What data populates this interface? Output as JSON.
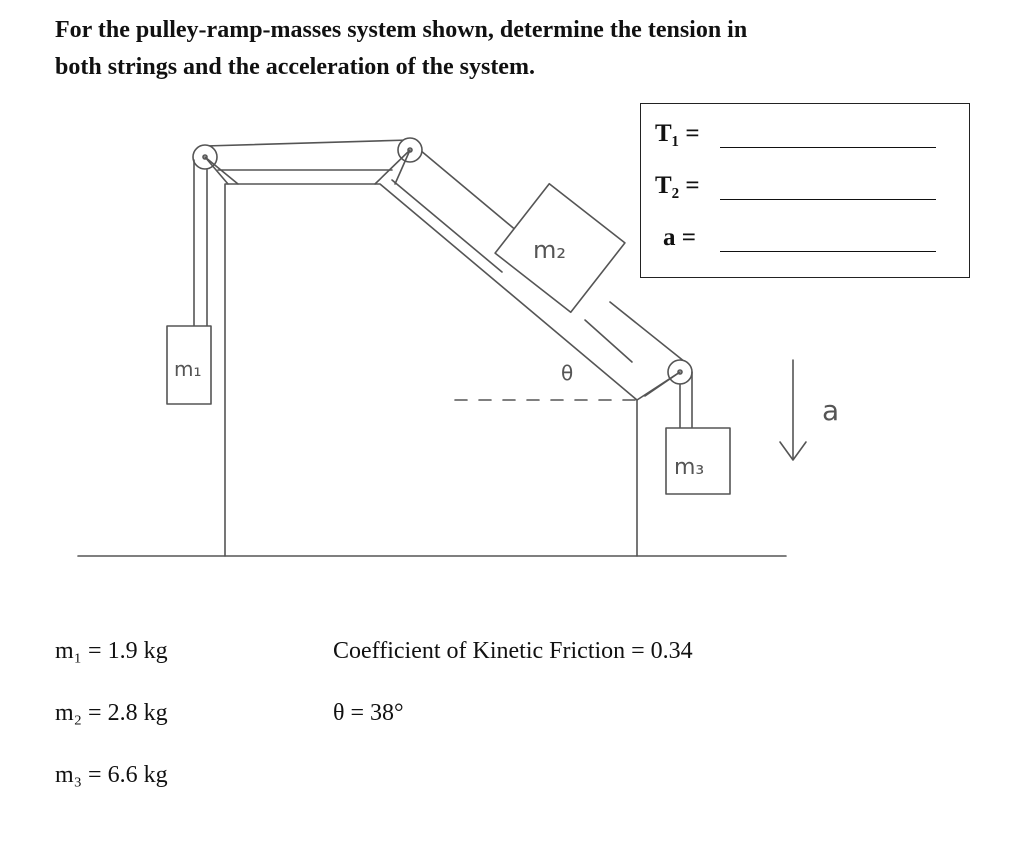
{
  "problem": {
    "line1": "For the pulley-ramp-masses system shown, determine the tension in",
    "line2": "both strings and the acceleration of the system."
  },
  "answers": {
    "t1": "T₁ =",
    "t2": "T₂ =",
    "a": "a  ="
  },
  "diagram": {
    "m1": "m₁",
    "m2": "m₂",
    "m3": "m₃",
    "theta": "θ",
    "accel": "a"
  },
  "given": {
    "m1": "m₁ = 1.9 kg",
    "m2": "m₂ = 2.8 kg",
    "m3": "m₃ = 6.6 kg",
    "friction": "Coefficient of Kinetic Friction = 0.34",
    "theta": "θ = 38°"
  }
}
